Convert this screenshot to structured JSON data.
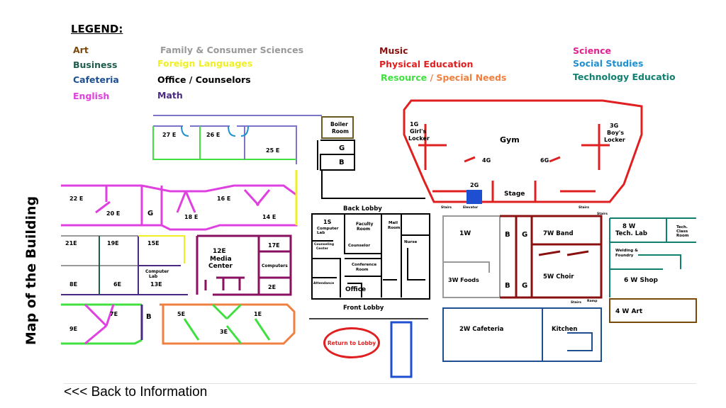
{
  "side_title": "Map of the Building",
  "legend": {
    "title": "LEGEND:",
    "items": [
      {
        "label": "Art",
        "color": "#7a4a0c"
      },
      {
        "label": "Business",
        "color": "#1f5c4c"
      },
      {
        "label": "Cafeteria",
        "color": "#1d4f91"
      },
      {
        "label": "English",
        "color": "#e040e0"
      },
      {
        "label": "Family & Consumer Sciences",
        "color": "#999999"
      },
      {
        "label": "Foreign Languages",
        "color": "#f0f020"
      },
      {
        "label": "Office / Counselors",
        "color": "#000000"
      },
      {
        "label": "Math",
        "color": "#4a2a80"
      },
      {
        "label": "Music",
        "color": "#8a1010"
      },
      {
        "label": "Physical Education",
        "color": "#e02020"
      },
      {
        "label": "Resource",
        "color": "#40e040"
      },
      {
        "label": "Special Needs",
        "color": "#f08040"
      },
      {
        "label": "Science",
        "color": "#e02090"
      },
      {
        "label": "Social Studies",
        "color": "#2090d0"
      },
      {
        "label": "Technology Educatio",
        "color": "#108070"
      }
    ],
    "slash": " / "
  },
  "rooms": {
    "r27e": "27 E",
    "r26e": "26 E",
    "r25e": "25 E",
    "boiler1": "Boiler",
    "boiler2": "Room",
    "g": "G",
    "b": "B",
    "r22e": "22 E",
    "r20e": "20 E",
    "r18e": "18 E",
    "r16e": "16 E",
    "r14e": "14 E",
    "r21e": "21E",
    "r19e": "19E",
    "r15e": "15E",
    "r8e": "8E",
    "r6e": "6E",
    "comp1": "Computer",
    "comp2": "Lab",
    "r13e": "13E",
    "r12e": "12E",
    "media1": "Media",
    "media2": "Center",
    "r17e": "17E",
    "computers": "Computers",
    "r2e": "2E",
    "r7e": "7E",
    "r9e": "9E",
    "r5e": "5E",
    "r3e": "3E",
    "r1e": "1E",
    "back_lobby": "Back Lobby",
    "front_lobby": "Front Lobby",
    "r1s": "1S",
    "complab1": "Computer",
    "complab2": "Lab",
    "faculty1": "Faculty",
    "faculty2": "Room",
    "mail1": "Mail",
    "mail2": "Room",
    "counseling1": "Counseling",
    "counseling2": "Center",
    "counselor": "Counselor",
    "nurse": "Nurse",
    "conf1": "Conference",
    "conf2": "Room",
    "attendance": "Attendance",
    "office": "Office",
    "r1g1": "1G",
    "r1g2": "Girl's",
    "r1g3": "Locker",
    "gym": "Gym",
    "r4g": "4G",
    "r6g": "6G",
    "r3g1": "3G",
    "r3g2": "Boy's",
    "r3g3": "Locker",
    "r2g": "2G",
    "stage": "Stage",
    "stairs": "Stairs",
    "elevator": "Elevator",
    "r1w": "1W",
    "r3w": "3W  Foods",
    "r7w": "7W Band",
    "r5w": "5W Choir",
    "r8w1": "8 W",
    "r8w2": "Tech. Lab",
    "tcr1": "Tech.",
    "tcr2": "Class",
    "tcr3": "Room",
    "weld1": "Welding &",
    "weld2": "Foundry",
    "r6w": "6 W Shop",
    "r4w": "4 W Art",
    "ramp": "Ramp",
    "r2w": "2W  Cafeteria",
    "kitchen": "Kitchen"
  },
  "return_label": "Return to Lobby",
  "back_link": "<<< Back to Information"
}
